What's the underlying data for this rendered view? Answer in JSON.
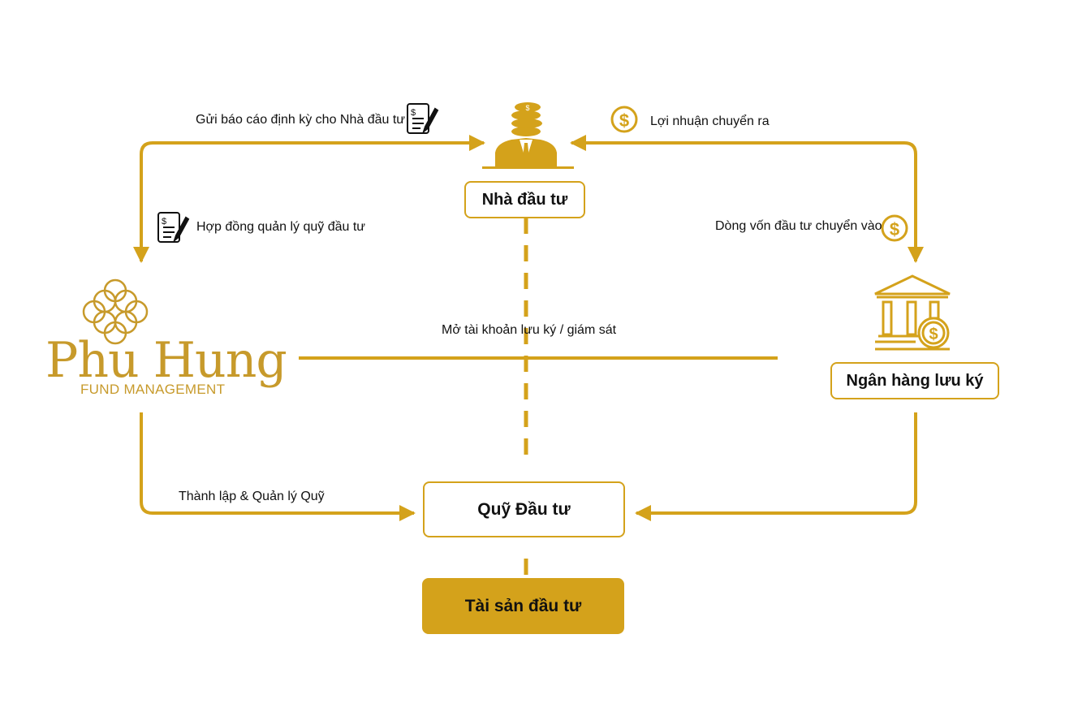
{
  "colors": {
    "accent": "#D4A21B",
    "text": "#111111",
    "background": "#ffffff"
  },
  "nodes": {
    "investor": "Nhà đầu tư",
    "custodian_bank": "Ngân hàng lưu ký",
    "fund": "Quỹ Đầu tư",
    "assets": "Tài sản đầu tư"
  },
  "logo": {
    "name": "Phu Hung",
    "subtitle": "FUND MANAGEMENT"
  },
  "edges": {
    "reports_to_investor": "Gửi báo cáo định kỳ cho Nhà đầu tư",
    "profit_out": "Lợi nhuận chuyển ra",
    "management_contract": "Hợp đồng quản lý quỹ đầu tư",
    "capital_in": "Dòng vốn đầu tư chuyển vào",
    "custody_account": "Mở tài khoản lưu ký / giám sát",
    "establish_manage": "Thành lập & Quản lý Quỹ"
  },
  "icons": [
    "investor-icon",
    "bank-icon",
    "document-icon",
    "dollar-coin-icon",
    "logo-knot-icon"
  ]
}
